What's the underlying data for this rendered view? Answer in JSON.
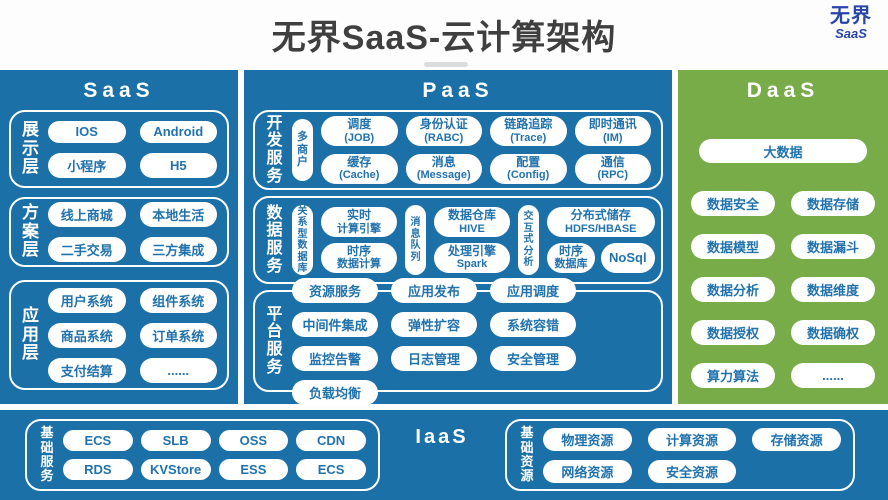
{
  "colors": {
    "blue": "#1C70A8",
    "green": "#77AC49",
    "pill_text": "#2273AD",
    "title_text": "#3F3F3F",
    "logo_blue": "#2846A8"
  },
  "header": {
    "title": "无界SaaS-云计算架构",
    "logo_text": "无界",
    "logo_subtext": "SaaS"
  },
  "saas": {
    "title": "SaaS",
    "layers": [
      {
        "label": "展示层",
        "pills": [
          "IOS",
          "Android",
          "小程序",
          "H5"
        ]
      },
      {
        "label": "方案层",
        "pills": [
          "线上商城",
          "本地生活",
          "二手交易",
          "三方集成"
        ]
      },
      {
        "label": "应用层",
        "pills": [
          "用户系统",
          "组件系统",
          "商品系统",
          "订单系统",
          "支付结算",
          "......"
        ]
      }
    ]
  },
  "paas": {
    "title": "PaaS",
    "dev": {
      "label": "开发服务",
      "side_pill": "多商户",
      "pills": [
        {
          "t": "调度",
          "s": "(JOB)"
        },
        {
          "t": "身份认证",
          "s": "(RABC)"
        },
        {
          "t": "链路追踪",
          "s": "(Trace)"
        },
        {
          "t": "即时通讯",
          "s": "(IM)"
        },
        {
          "t": "缓存",
          "s": "(Cache)"
        },
        {
          "t": "消息",
          "s": "(Message)"
        },
        {
          "t": "配置",
          "s": "(Config)"
        },
        {
          "t": "通信",
          "s": "(RPC)"
        }
      ]
    },
    "data": {
      "label": "数据服务",
      "vpill1": "关系型数据库",
      "stack1": [
        {
          "t": "实时",
          "s": "计算引擎"
        },
        {
          "t": "时序",
          "s": "数据计算"
        }
      ],
      "vpill2": "消息队列",
      "stack2": [
        {
          "t": "数据仓库",
          "s": "HIVE"
        },
        {
          "t": "处理引擎",
          "s": "Spark"
        }
      ],
      "vpill3": "交互式分析",
      "wide_top": {
        "t": "分布式储存",
        "s": "HDFS/HBASE"
      },
      "bottom_row": [
        {
          "t": "时序",
          "s": "数据库"
        },
        "NoSql"
      ]
    },
    "platform": {
      "label": "平台服务",
      "pills": [
        "资源服务",
        "应用发布",
        "应用调度",
        "中间件集成",
        "弹性扩容",
        "系统容错",
        "监控告警",
        "日志管理",
        "安全管理",
        "负载均衡"
      ]
    }
  },
  "daas": {
    "title": "DaaS",
    "big_pill": "大数据",
    "pills": [
      "数据安全",
      "数据存储",
      "数据模型",
      "数据漏斗",
      "数据分析",
      "数据维度",
      "数据授权",
      "数据确权",
      "算力算法",
      "......"
    ]
  },
  "iaas": {
    "title": "IaaS",
    "service": {
      "label": "基础服务",
      "pills": [
        "ECS",
        "SLB",
        "OSS",
        "CDN",
        "RDS",
        "KVStore",
        "ESS",
        "ECS"
      ]
    },
    "resource": {
      "label": "基础资源",
      "pills": [
        "物理资源",
        "计算资源",
        "存储资源",
        "网络资源",
        "安全资源"
      ]
    }
  }
}
